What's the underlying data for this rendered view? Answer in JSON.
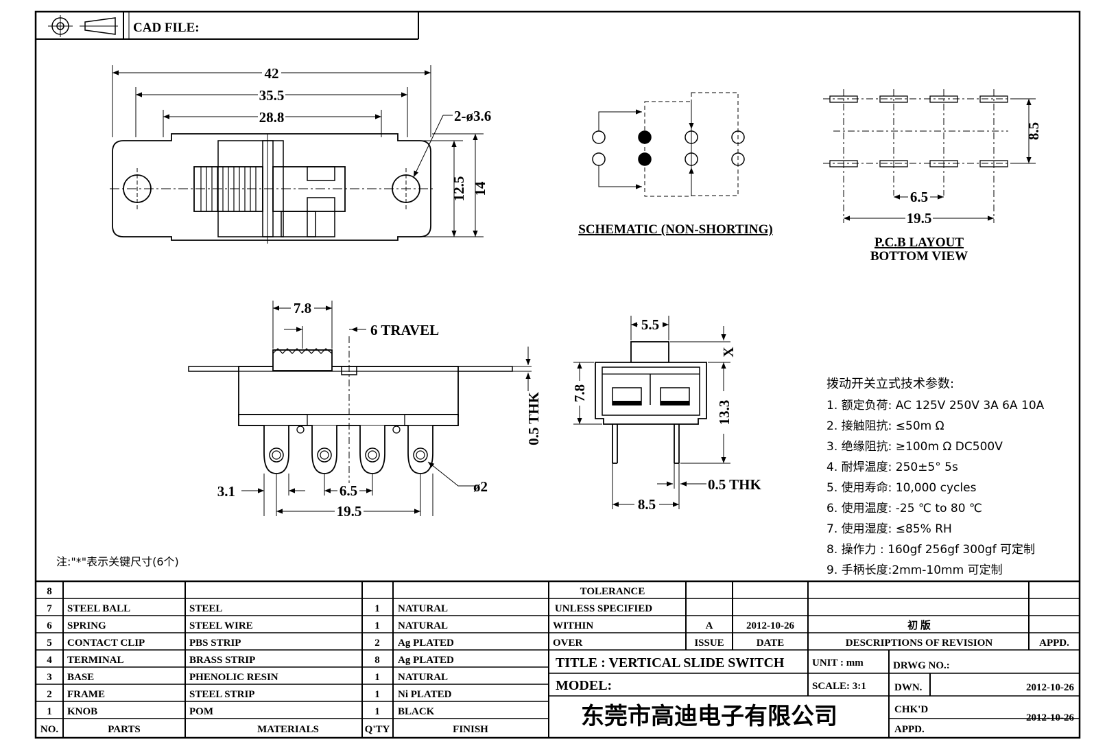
{
  "header": {
    "cad_file": "CAD FILE:"
  },
  "top_view": {
    "d42": "42",
    "d35_5": "35.5",
    "d28_8": "28.8",
    "hole": "2-ø3.6",
    "d12_5": "12.5",
    "d14": "14"
  },
  "schematic": {
    "title": "SCHEMATIC (NON-SHORTING)"
  },
  "pcb": {
    "title": "P.C.B LAYOUT",
    "subtitle": "BOTTOM VIEW",
    "d8_5": "8.5",
    "d6_5": "6.5",
    "d19_5": "19.5"
  },
  "front_view": {
    "d7_8": "7.8",
    "travel": "6 TRAVEL",
    "thk": "0.5 THK",
    "d3_1": "3.1",
    "d6_5": "6.5",
    "d19_5": "19.5",
    "pin_dia": "ø2"
  },
  "side_view": {
    "d5_5": "5.5",
    "x": "X",
    "d7_8": "7.8",
    "d13_3": "13.3",
    "thk": "0.5 THK",
    "d8_5": "8.5"
  },
  "note": "注:\"*\"表示关键尺寸(6个)",
  "specs": {
    "title": "拨动开关立式技术参数:",
    "items": [
      "1.  额定负荷: AC 125V 250V    3A    6A    10A",
      "2.  接触阻抗:  ≤50m Ω",
      "3.  绝缘阻抗:  ≥100m Ω   DC500V",
      "4.  耐焊温度: 250±5°   5s",
      "5.  使用寿命: 10,000 cycles",
      "6.  使用温度: -25  ℃   to 80  ℃",
      "7.  使用湿度:  ≤85% RH",
      "8.  操作力 : 160gf    256gf    300gf   可定制",
      "9.  手柄长度:2mm-10mm   可定制"
    ]
  },
  "bom": {
    "rows": [
      [
        "8",
        "",
        "",
        "",
        ""
      ],
      [
        "7",
        "STEEL BALL",
        "STEEL",
        "1",
        "NATURAL"
      ],
      [
        "6",
        "SPRING",
        "STEEL WIRE",
        "1",
        "NATURAL"
      ],
      [
        "5",
        "CONTACT CLIP",
        "PBS STRIP",
        "2",
        "Ag PLATED"
      ],
      [
        "4",
        "TERMINAL",
        "BRASS STRIP",
        "8",
        "Ag PLATED"
      ],
      [
        "3",
        "BASE",
        "PHENOLIC RESIN",
        "1",
        "NATURAL"
      ],
      [
        "2",
        "FRAME",
        "STEEL STRIP",
        "1",
        "Ni PLATED"
      ],
      [
        "1",
        "KNOB",
        "POM",
        "1",
        "BLACK"
      ]
    ],
    "headers": [
      "NO.",
      "PARTS",
      "MATERIALS",
      "Q'TY",
      "FINISH"
    ]
  },
  "title_block": {
    "tolerance1": "TOLERANCE",
    "tolerance2": "UNLESS   SPECIFIED",
    "within": "WITHIN",
    "over": "OVER",
    "issue_val": "A",
    "date_val": "2012-10-26",
    "rev_desc": "初  版",
    "issue_label": "ISSUE",
    "date_label": "DATE",
    "desc_label": "DESCRIPTIONS  OF  REVISION",
    "appd_label": "APPD.",
    "title": "TITLE :   VERTICAL  SLIDE  SWITCH",
    "unit": "UNIT :   mm",
    "drwg": "DRWG  NO.:",
    "model": "MODEL:",
    "scale": "SCALE:   3:1",
    "dwn": "DWN.",
    "dwn_date": "2012-10-26",
    "chkd": "CHK'D",
    "chkd_date": "2012-10-26",
    "appd": "APPD.",
    "company": "东莞市高迪电子有限公司"
  }
}
